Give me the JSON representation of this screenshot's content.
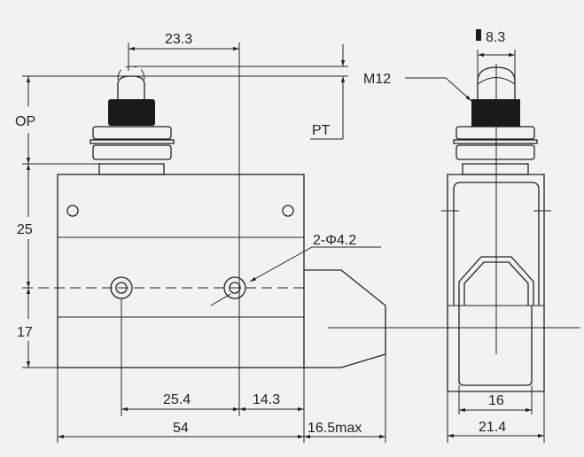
{
  "dimensions": {
    "plunger_offset": "23.3",
    "pt": "PT",
    "op": "OP",
    "thread": "M12",
    "plunger_width": "8.3",
    "height_upper": "25",
    "height_lower": "17",
    "holes": "2-Φ4.2",
    "hole_spacing": "25.4",
    "hole_to_edge": "14.3",
    "length": "54",
    "roller_protrusion": "16.5max",
    "inner_width": "16",
    "width": "21.4"
  },
  "colors": {
    "background": "#f2f2f2",
    "line": "#222222"
  }
}
